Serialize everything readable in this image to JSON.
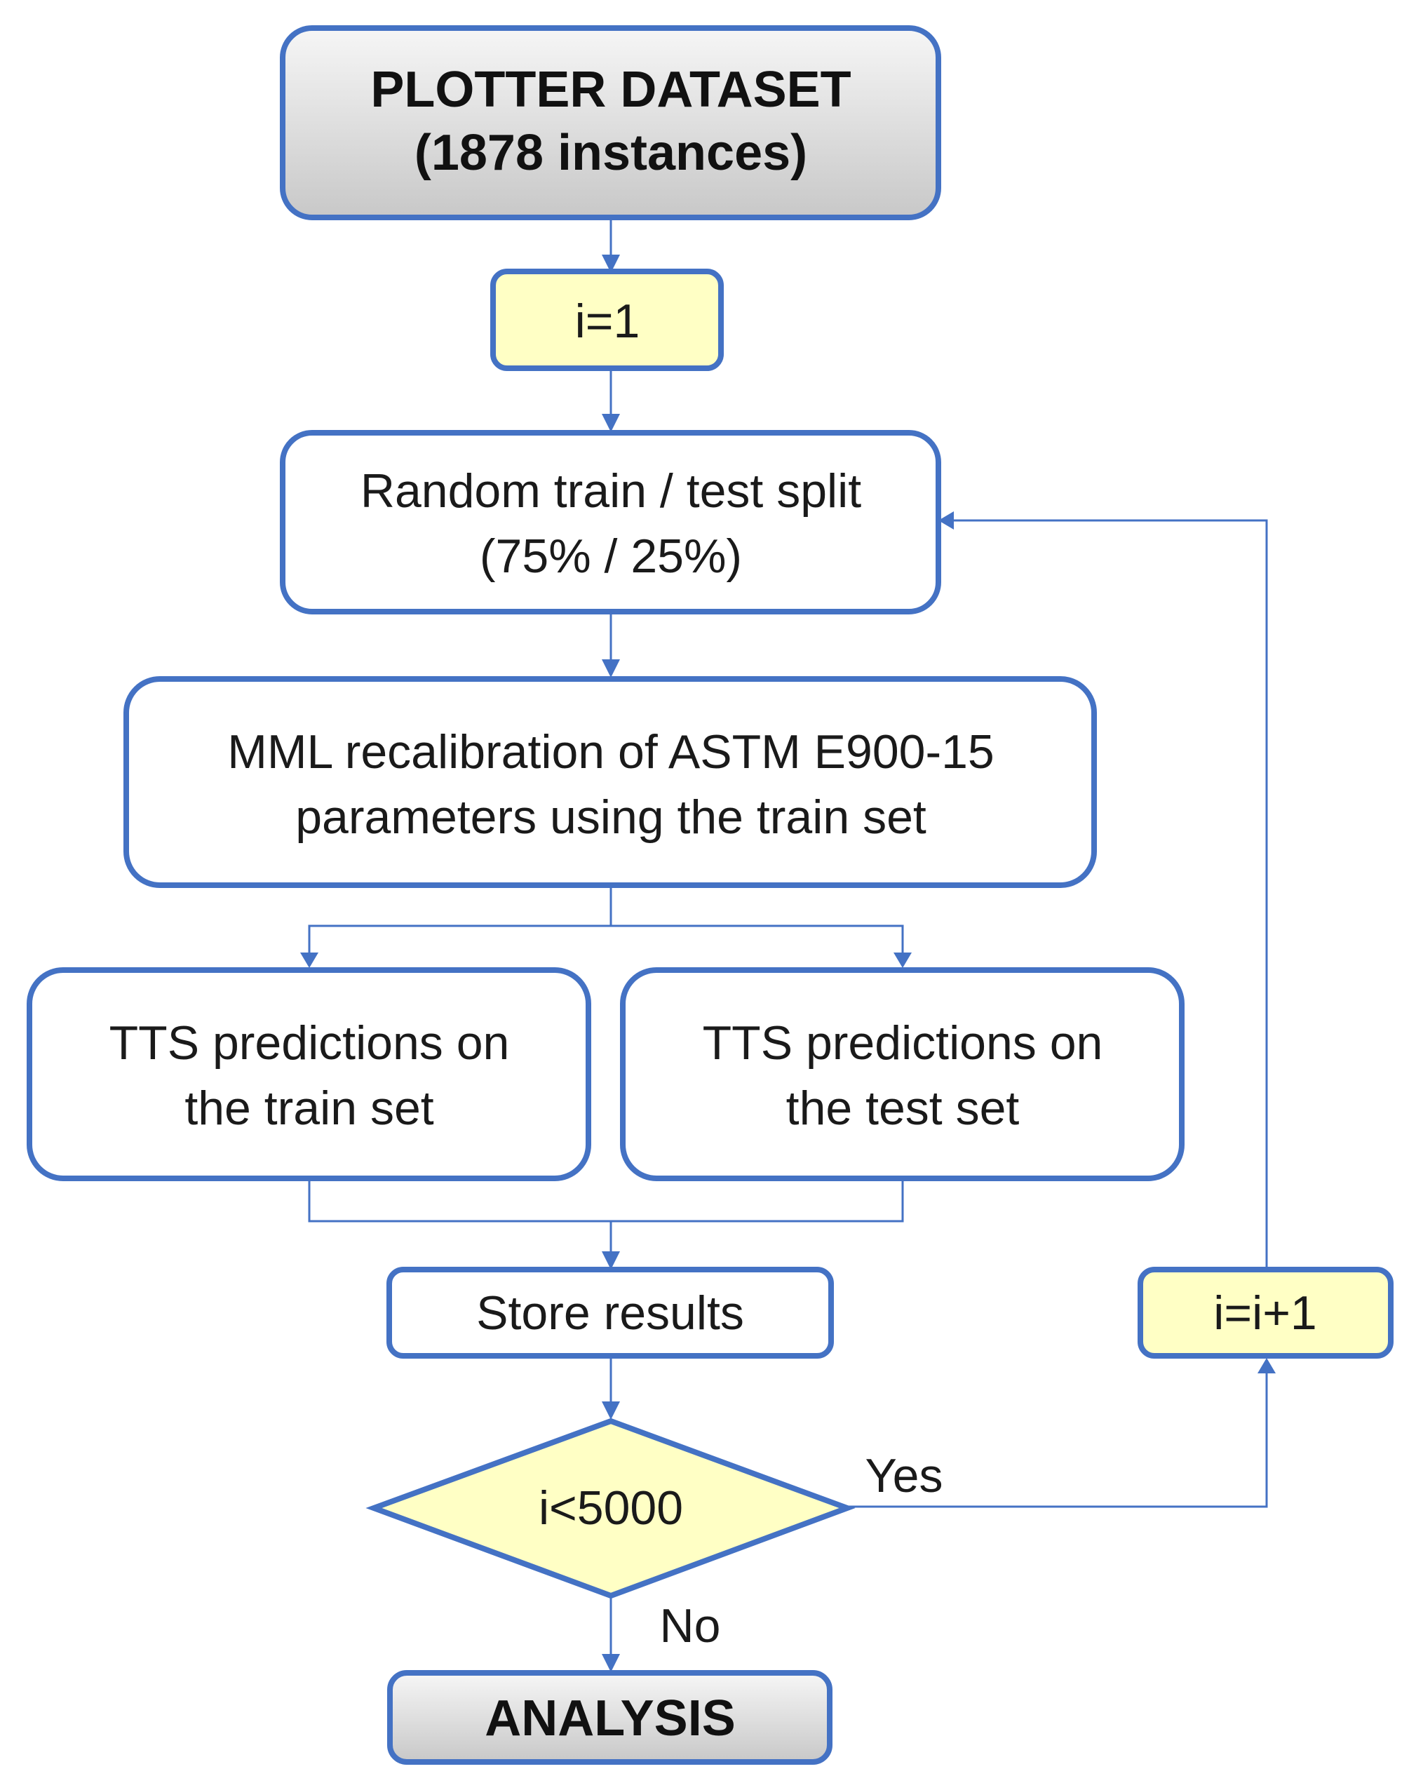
{
  "colors": {
    "border": "#4472C4",
    "process_fill": "#FFFFFF",
    "yellow_fill": "#FFFFC5",
    "terminal_gradient_top": "#F4F4F4",
    "terminal_gradient_bottom": "#C9C9C9"
  },
  "nodes": {
    "dataset": {
      "line1": "PLOTTER DATASET",
      "line2": "(1878 instances)"
    },
    "init": {
      "label": "i=1"
    },
    "split": {
      "line1": "Random train / test split",
      "line2": "(75% / 25%)"
    },
    "recalibration": {
      "line1": "MML recalibration of ASTM E900-15",
      "line2": "parameters using the train set"
    },
    "pred_train": {
      "line1": "TTS predictions on",
      "line2": "the train set"
    },
    "pred_test": {
      "line1": "TTS predictions on",
      "line2": "the test set"
    },
    "store": {
      "label": "Store results"
    },
    "decision": {
      "label": "i<5000"
    },
    "increment": {
      "label": "i=i+1"
    },
    "analysis": {
      "label": "ANALYSIS"
    }
  },
  "edges": {
    "yes_label": "Yes",
    "no_label": "No"
  }
}
